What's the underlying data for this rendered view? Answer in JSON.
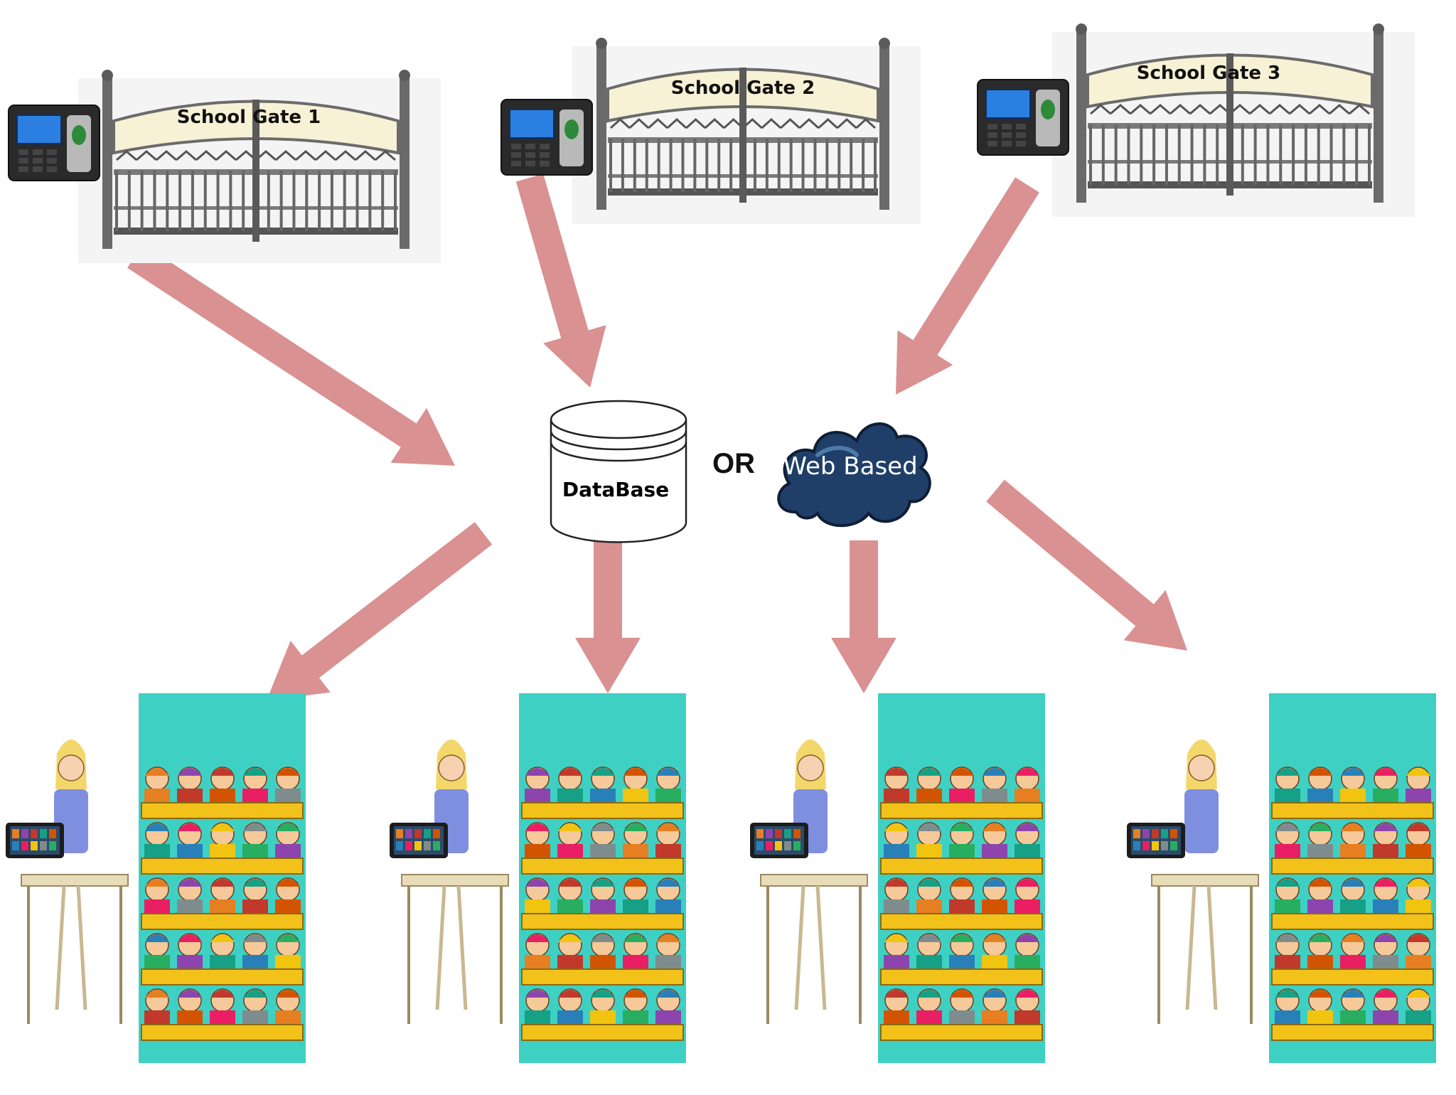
{
  "gates": [
    {
      "title": "School Gate 1"
    },
    {
      "title": "School Gate 2"
    },
    {
      "title": "School Gate 3"
    }
  ],
  "database": {
    "label": "DataBase"
  },
  "connector": {
    "label": "OR"
  },
  "cloud": {
    "label": "Web Based"
  },
  "classroom_count": 4,
  "colors": {
    "arrow": "#d99191",
    "database_text": "#1aa6e8",
    "cloud": "#1f3f68",
    "classroom_bg": "#3fd0c4",
    "gate_panel": "#f7f1d6",
    "gate_metal": "#7a7a7a"
  }
}
